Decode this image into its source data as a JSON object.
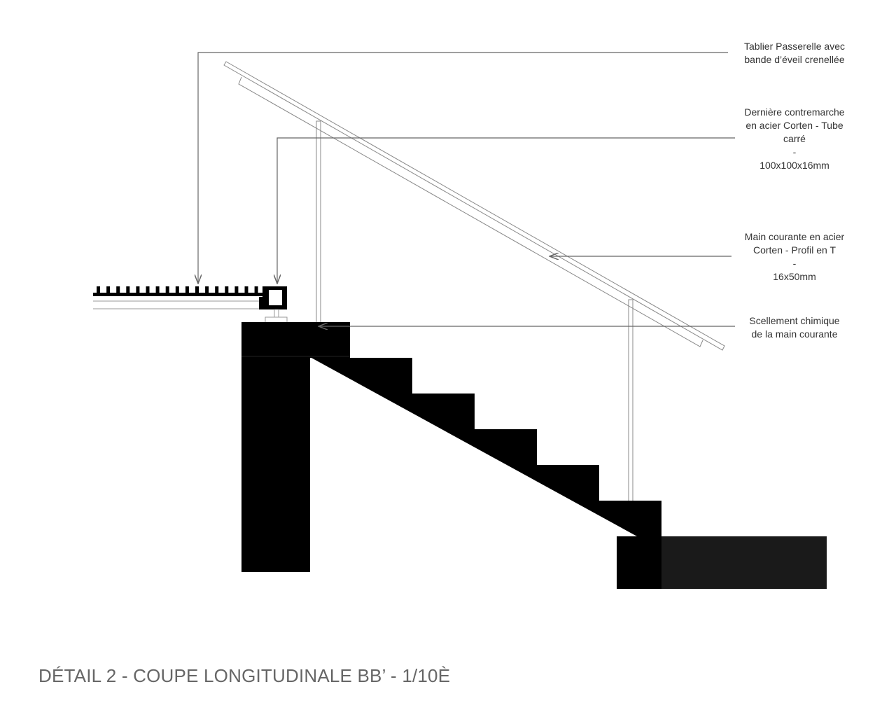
{
  "labels": [
    {
      "id": "deck",
      "lines": [
        "Tablier Passerelle avec",
        "bande d’éveil crenellée"
      ]
    },
    {
      "id": "riser",
      "lines": [
        "Dernière contremarche",
        "en acier Corten - Tube",
        "carré",
        "-",
        "100x100x16mm"
      ]
    },
    {
      "id": "handrail",
      "lines": [
        "Main courante en acier",
        "Corten - Profil en T",
        "-",
        "16x50mm"
      ]
    },
    {
      "id": "anchor",
      "lines": [
        "Scellement  chimique",
        "de  la main courante"
      ]
    }
  ],
  "title": "DÉTAIL 2 - COUPE LONGITUDINALE BB’ - 1/10È"
}
